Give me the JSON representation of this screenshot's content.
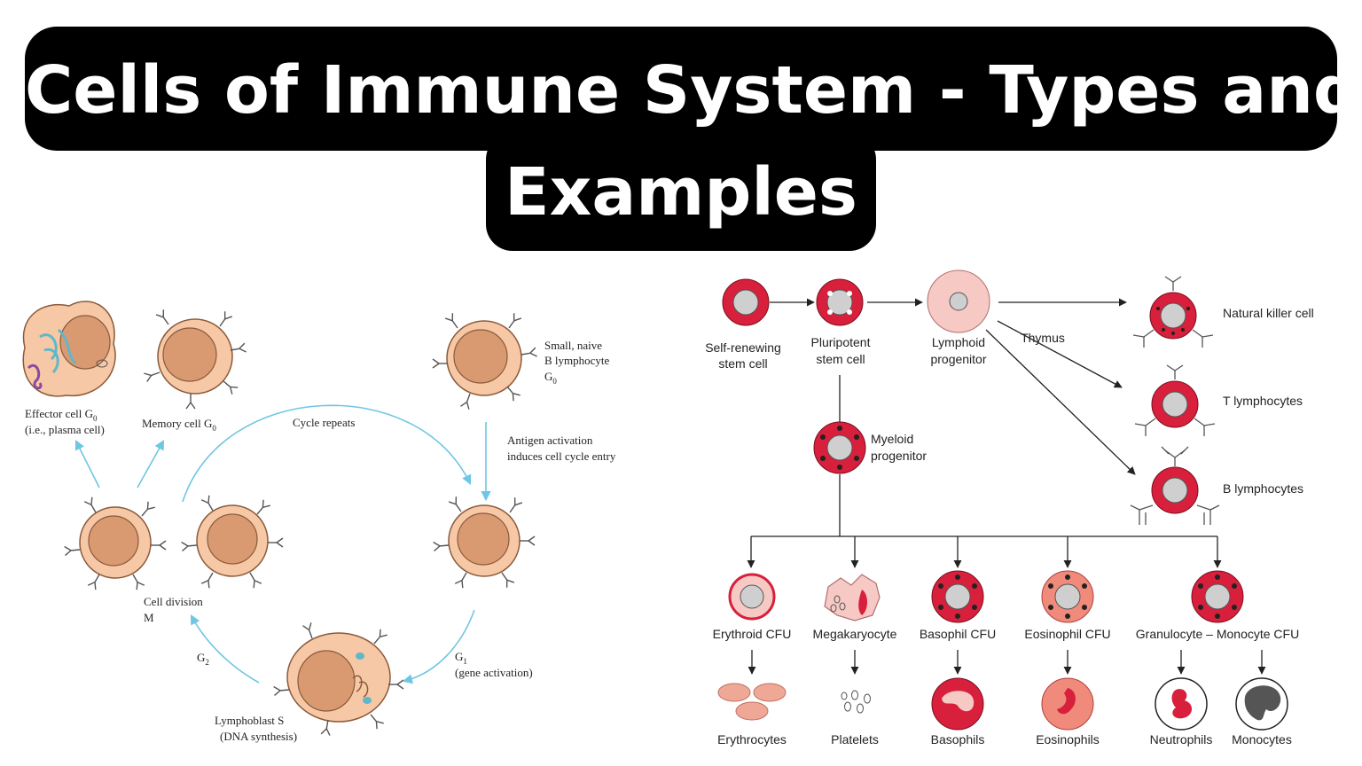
{
  "title": {
    "line1": "Cells of Immune System - Types and",
    "line2": "Examples"
  },
  "colors": {
    "banner": "#000000",
    "arrow_blue": "#6ec6e2",
    "cell_fill": "#f7c8a5",
    "cell_stroke": "#8a5a3a",
    "nucleus": "#d99a72",
    "red": "#d81f3c",
    "grey": "#cfcfcf"
  },
  "cell_cycle": {
    "effector": [
      "Effector cell G",
      "0",
      "(i.e., plasma cell)"
    ],
    "memory": [
      "Memory cell G",
      "0"
    ],
    "cycle_repeats": "Cycle repeats",
    "naive": [
      "Small, naive",
      "B lymphocyte",
      "G",
      "0"
    ],
    "antigen": [
      "Antigen activation",
      "induces cell cycle entry"
    ],
    "cell_division": [
      "Cell division",
      "M"
    ],
    "g2": [
      "G",
      "2"
    ],
    "g1": [
      "G",
      "1",
      "(gene activation)"
    ],
    "lymphoblast": [
      "Lymphoblast S",
      "(DNA synthesis)"
    ]
  },
  "hematopoiesis": {
    "self_renewing": [
      "Self-renewing",
      "stem cell"
    ],
    "pluripotent": [
      "Pluripotent",
      "stem cell"
    ],
    "lymphoid": [
      "Lymphoid",
      "progenitor"
    ],
    "thymus": "Thymus",
    "nk": "Natural killer cell",
    "t_lymph": "T lymphocytes",
    "b_lymph": "B lymphocytes",
    "myeloid": [
      "Myeloid",
      "progenitor"
    ],
    "cfus": [
      "Erythroid CFU",
      "Megakaryocyte",
      "Basophil CFU",
      "Eosinophil CFU",
      "Granulocyte – Monocyte CFU"
    ],
    "mature": [
      "Erythrocytes",
      "Platelets",
      "Basophils",
      "Eosinophils",
      "Neutrophils",
      "Monocytes"
    ]
  }
}
